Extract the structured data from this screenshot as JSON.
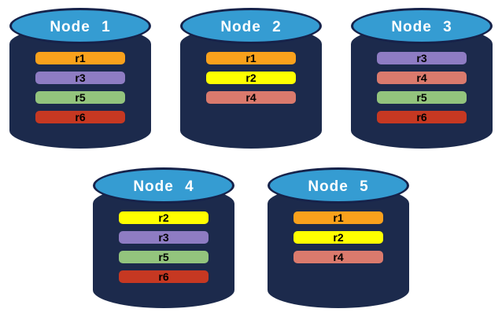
{
  "diagram": {
    "description": "Five database nodes showing distribution of replicas r1-r6 across cluster nodes"
  },
  "colors": {
    "background": "#FFFFFF",
    "cylinder_body": "#1C2A4C",
    "cylinder_top": "#359CD2",
    "cylinder_outline": "#16224A",
    "node_label_text": "#FFFFFF",
    "replica_label_text": "#000000"
  },
  "replica_colors": {
    "r1": "#F9A11C",
    "r2": "#FFFF00",
    "r3": "#8E7CC3",
    "r4": "#DA7A6D",
    "r5": "#93C47D",
    "r6": "#C63822"
  },
  "nodes": [
    {
      "label": "Node 1",
      "row": 1,
      "replicas": [
        "r1",
        "r3",
        "r5",
        "r6"
      ]
    },
    {
      "label": "Node 2",
      "row": 1,
      "replicas": [
        "r1",
        "r2",
        "r4"
      ]
    },
    {
      "label": "Node 3",
      "row": 1,
      "replicas": [
        "r3",
        "r4",
        "r5",
        "r6"
      ]
    },
    {
      "label": "Node 4",
      "row": 2,
      "replicas": [
        "r2",
        "r3",
        "r5",
        "r6"
      ]
    },
    {
      "label": "Node 5",
      "row": 2,
      "replicas": [
        "r1",
        "r2",
        "r4"
      ]
    }
  ]
}
